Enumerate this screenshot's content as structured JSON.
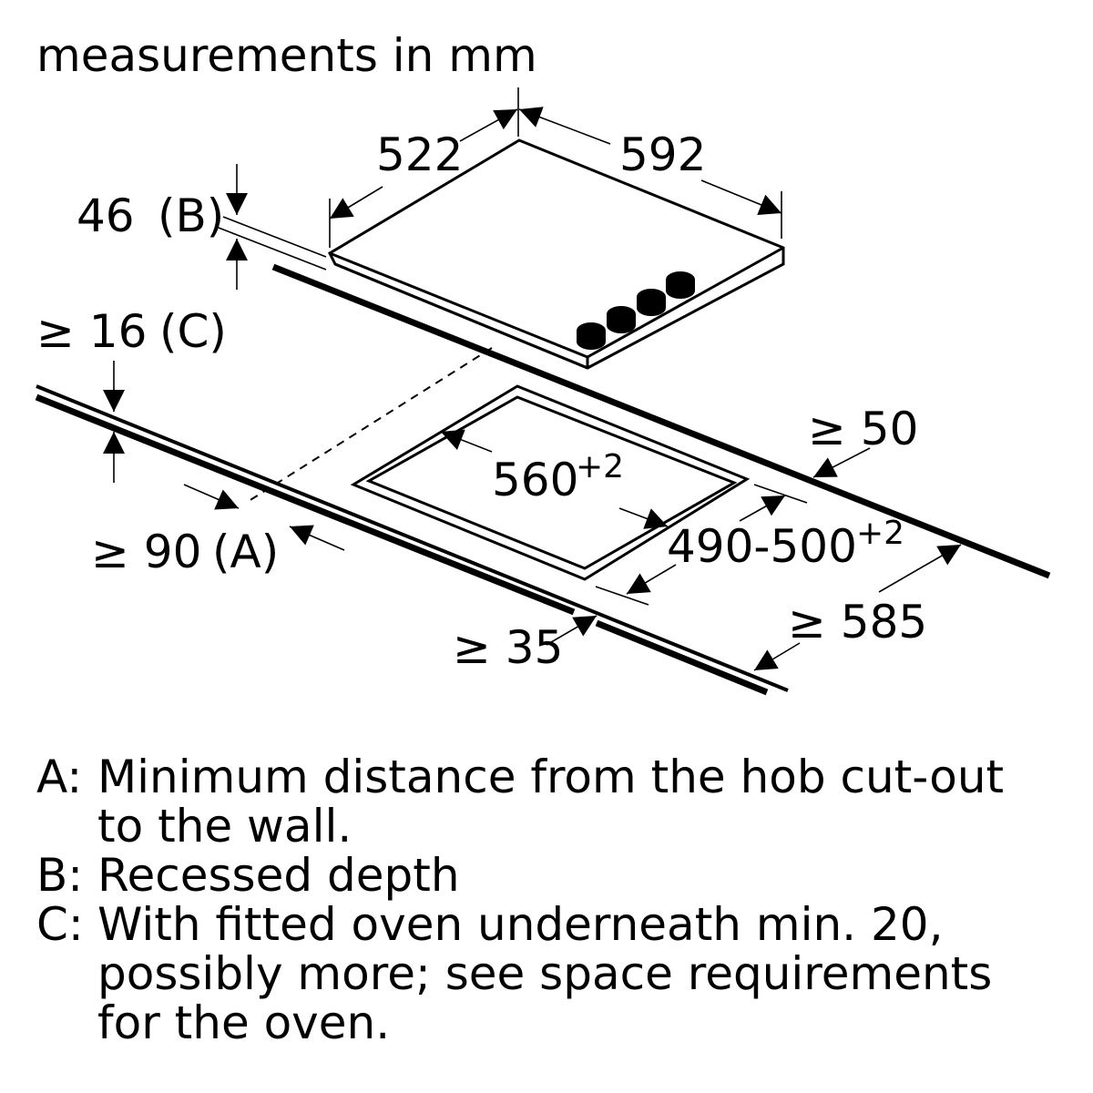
{
  "title": "measurements in mm",
  "dimensions": {
    "depth": "522",
    "width": "592",
    "recess_value": "46 ",
    "recess_key": "(B)",
    "gap_c_value": "≥ 16",
    "gap_c_key": "(C)",
    "back_clearance": "≥ 50",
    "cutout_width": "560",
    "cutout_width_tol": "+2",
    "cutout_depth": "490-500",
    "cutout_depth_tol": "+2",
    "wall_distance_value": "≥ 90",
    "wall_distance_key": "(A)",
    "front_clearance": "≥ 35",
    "worktop_depth": "≥ 585"
  },
  "legend": [
    {
      "key": "A:",
      "lines": [
        "Minimum distance from the hob cut-out",
        "to the wall."
      ]
    },
    {
      "key": "B:",
      "lines": [
        "Recessed depth"
      ]
    },
    {
      "key": "C:",
      "lines": [
        "With fitted oven underneath min. 20,",
        "possibly more; see space requirements",
        "for the oven."
      ]
    }
  ]
}
